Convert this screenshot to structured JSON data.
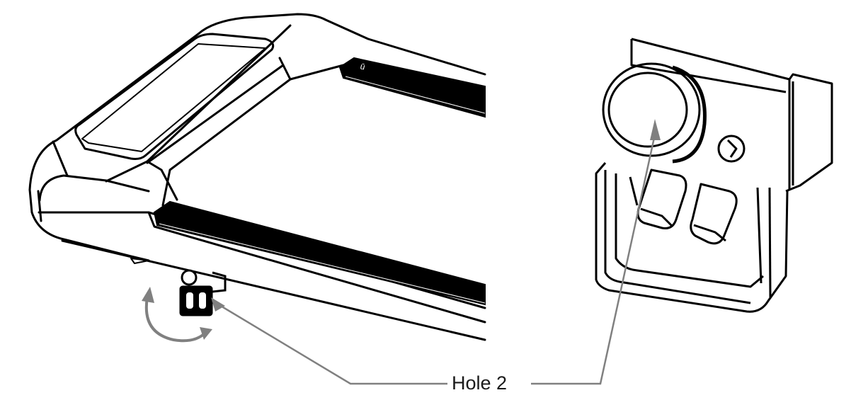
{
  "diagram": {
    "callout_label": "Hole 2",
    "colors": {
      "line": "#000000",
      "leader": "#808080",
      "background": "#ffffff",
      "text": "#1a1a1a"
    },
    "parts": {
      "main_view": "treadmill-front-end",
      "detail_view": "bracket-with-knob",
      "rotation_arrow": "curved-rotate-arrow"
    }
  }
}
